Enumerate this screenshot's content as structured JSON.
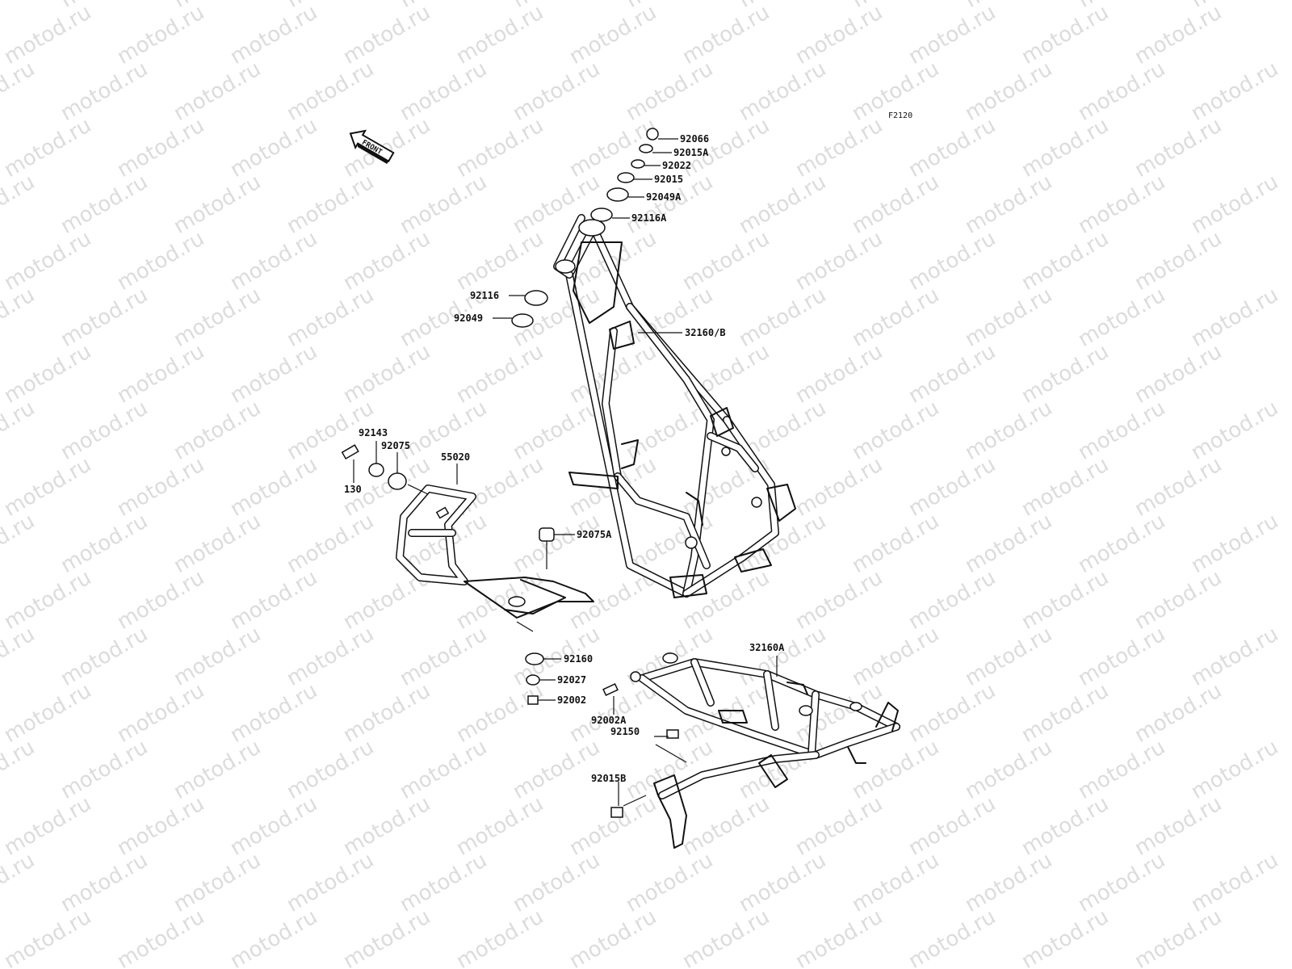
{
  "watermark_text": "motod.ru",
  "diagram_code": "F2120",
  "front_label": "FRONT",
  "callouts": {
    "p92066": "92066",
    "p92015A": "92015A",
    "p92022": "92022",
    "p92015": "92015",
    "p92049A": "92049A",
    "p92116A": "92116A",
    "p92116": "92116",
    "p92049": "92049",
    "p32160B": "32160/B",
    "p92143": "92143",
    "p92075": "92075",
    "p55020": "55020",
    "p130": "130",
    "p92075A": "92075A",
    "p92160": "92160",
    "p92027": "92027",
    "p92002": "92002",
    "p32160A": "32160A",
    "p92002A": "92002A",
    "p92150": "92150",
    "p92015B": "92015B"
  }
}
